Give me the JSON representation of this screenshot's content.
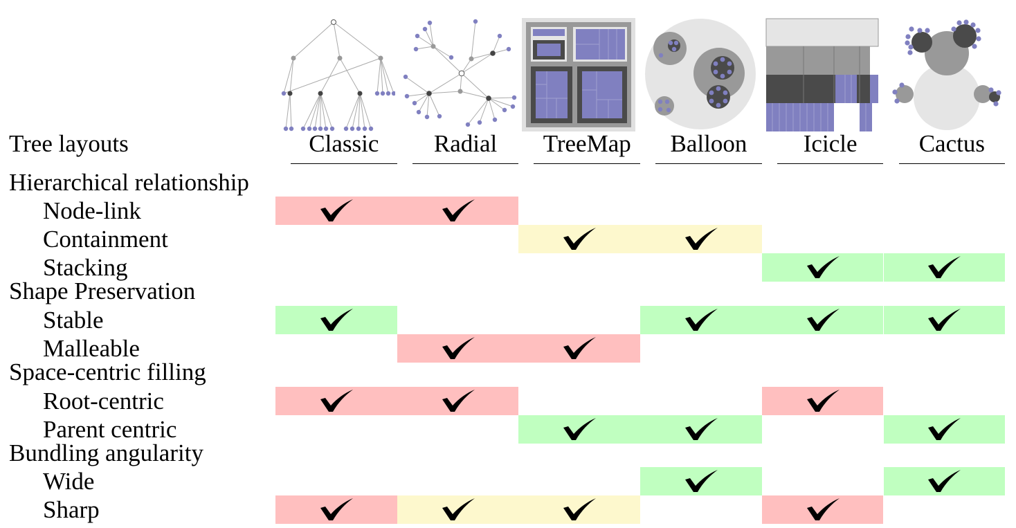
{
  "table": {
    "corner_label": "Tree layouts",
    "columns": [
      "Classic",
      "Radial",
      "TreeMap",
      "Balloon",
      "Icicle",
      "Cactus"
    ],
    "colors": {
      "red": "#ffbfbf",
      "yellow": "#fdf8cd",
      "green": "#c0ffc0"
    },
    "groups": [
      {
        "label": "Hierarchical relationship",
        "rows": [
          {
            "label": "Node-link",
            "cells": [
              "red",
              "red",
              "",
              "",
              "",
              ""
            ]
          },
          {
            "label": "Containment",
            "cells": [
              "",
              "",
              "yellow",
              "yellow",
              "",
              ""
            ]
          },
          {
            "label": "Stacking",
            "cells": [
              "",
              "",
              "",
              "",
              "green",
              "green"
            ]
          }
        ]
      },
      {
        "label": "Shape Preservation",
        "rows": [
          {
            "label": "Stable",
            "cells": [
              "green",
              "",
              "",
              "green",
              "green",
              "green"
            ]
          },
          {
            "label": "Malleable",
            "cells": [
              "",
              "red",
              "red",
              "",
              "",
              ""
            ]
          }
        ]
      },
      {
        "label": "Space-centric filling",
        "rows": [
          {
            "label": "Root-centric",
            "cells": [
              "red",
              "red",
              "",
              "",
              "red",
              ""
            ]
          },
          {
            "label": "Parent centric",
            "cells": [
              "",
              "",
              "green",
              "green",
              "",
              "green"
            ]
          }
        ]
      },
      {
        "label": "Bundling angularity",
        "rows": [
          {
            "label": "Wide",
            "cells": [
              "",
              "",
              "",
              "green",
              "",
              "green"
            ]
          },
          {
            "label": "Sharp",
            "cells": [
              "red",
              "yellow",
              "yellow",
              "",
              "red",
              ""
            ]
          }
        ]
      }
    ]
  },
  "palette": {
    "node_purple": "#8080c0",
    "node_gray": "#999999",
    "node_dark": "#444444",
    "fill_light": "#e5e5e5",
    "fill_mid": "#999999",
    "fill_dark": "#4a4a4a",
    "edge": "#aaaaaa"
  }
}
